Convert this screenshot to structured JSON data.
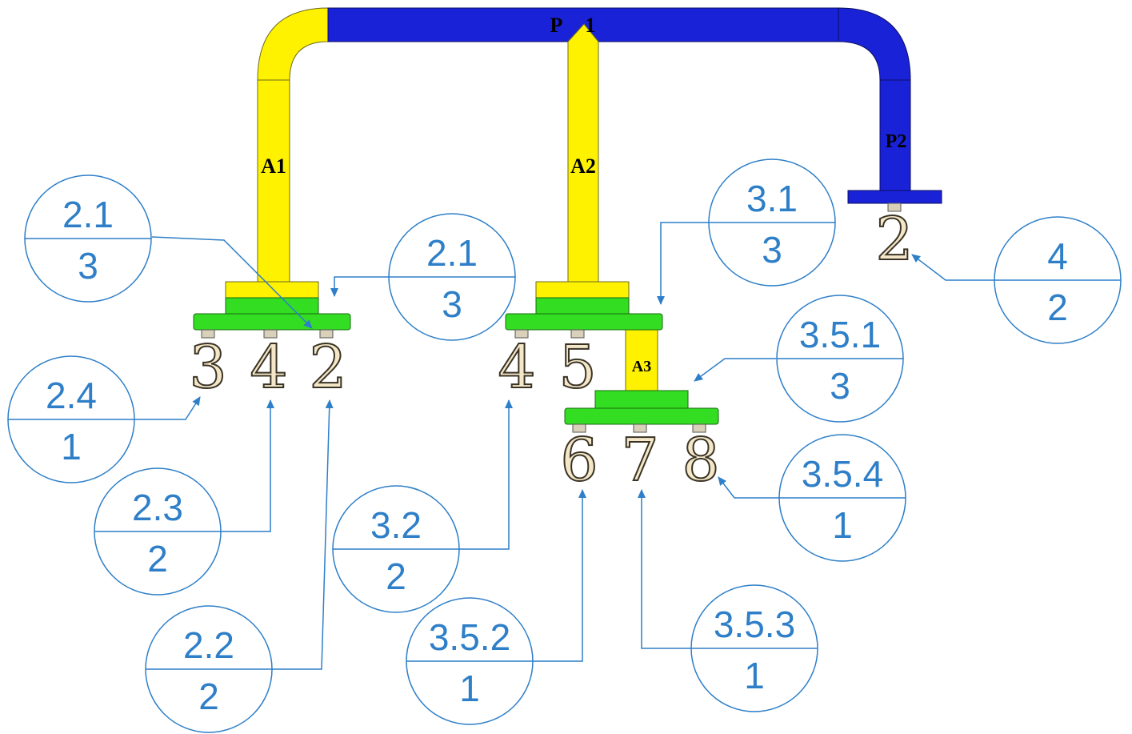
{
  "pipes": {
    "p1": "P1",
    "p2": "P2",
    "a1": "A1",
    "a2": "A2",
    "a3": "A3"
  },
  "pins": [
    "3",
    "4",
    "2",
    "4",
    "5",
    "6",
    "7",
    "8",
    "2"
  ],
  "balloons": [
    {
      "id": "b-2-1-left",
      "top": "2.1",
      "bottom": "3"
    },
    {
      "id": "b-2-1-mid",
      "top": "2.1",
      "bottom": "3"
    },
    {
      "id": "b-3-1",
      "top": "3.1",
      "bottom": "3"
    },
    {
      "id": "b-4",
      "top": "4",
      "bottom": "2"
    },
    {
      "id": "b-3-5-1",
      "top": "3.5.1",
      "bottom": "3"
    },
    {
      "id": "b-2-4",
      "top": "2.4",
      "bottom": "1"
    },
    {
      "id": "b-3-5-4",
      "top": "3.5.4",
      "bottom": "1"
    },
    {
      "id": "b-2-3",
      "top": "2.3",
      "bottom": "2"
    },
    {
      "id": "b-3-2",
      "top": "3.2",
      "bottom": "2"
    },
    {
      "id": "b-2-2",
      "top": "2.2",
      "bottom": "2"
    },
    {
      "id": "b-3-5-2",
      "top": "3.5.2",
      "bottom": "1"
    },
    {
      "id": "b-3-5-3",
      "top": "3.5.3",
      "bottom": "1"
    }
  ],
  "colors": {
    "yellow_pipe": "#FFF200",
    "blue_pipe": "#1A22D8",
    "green_flange": "#33DD22",
    "leader_blue": "#2E7FC8"
  }
}
